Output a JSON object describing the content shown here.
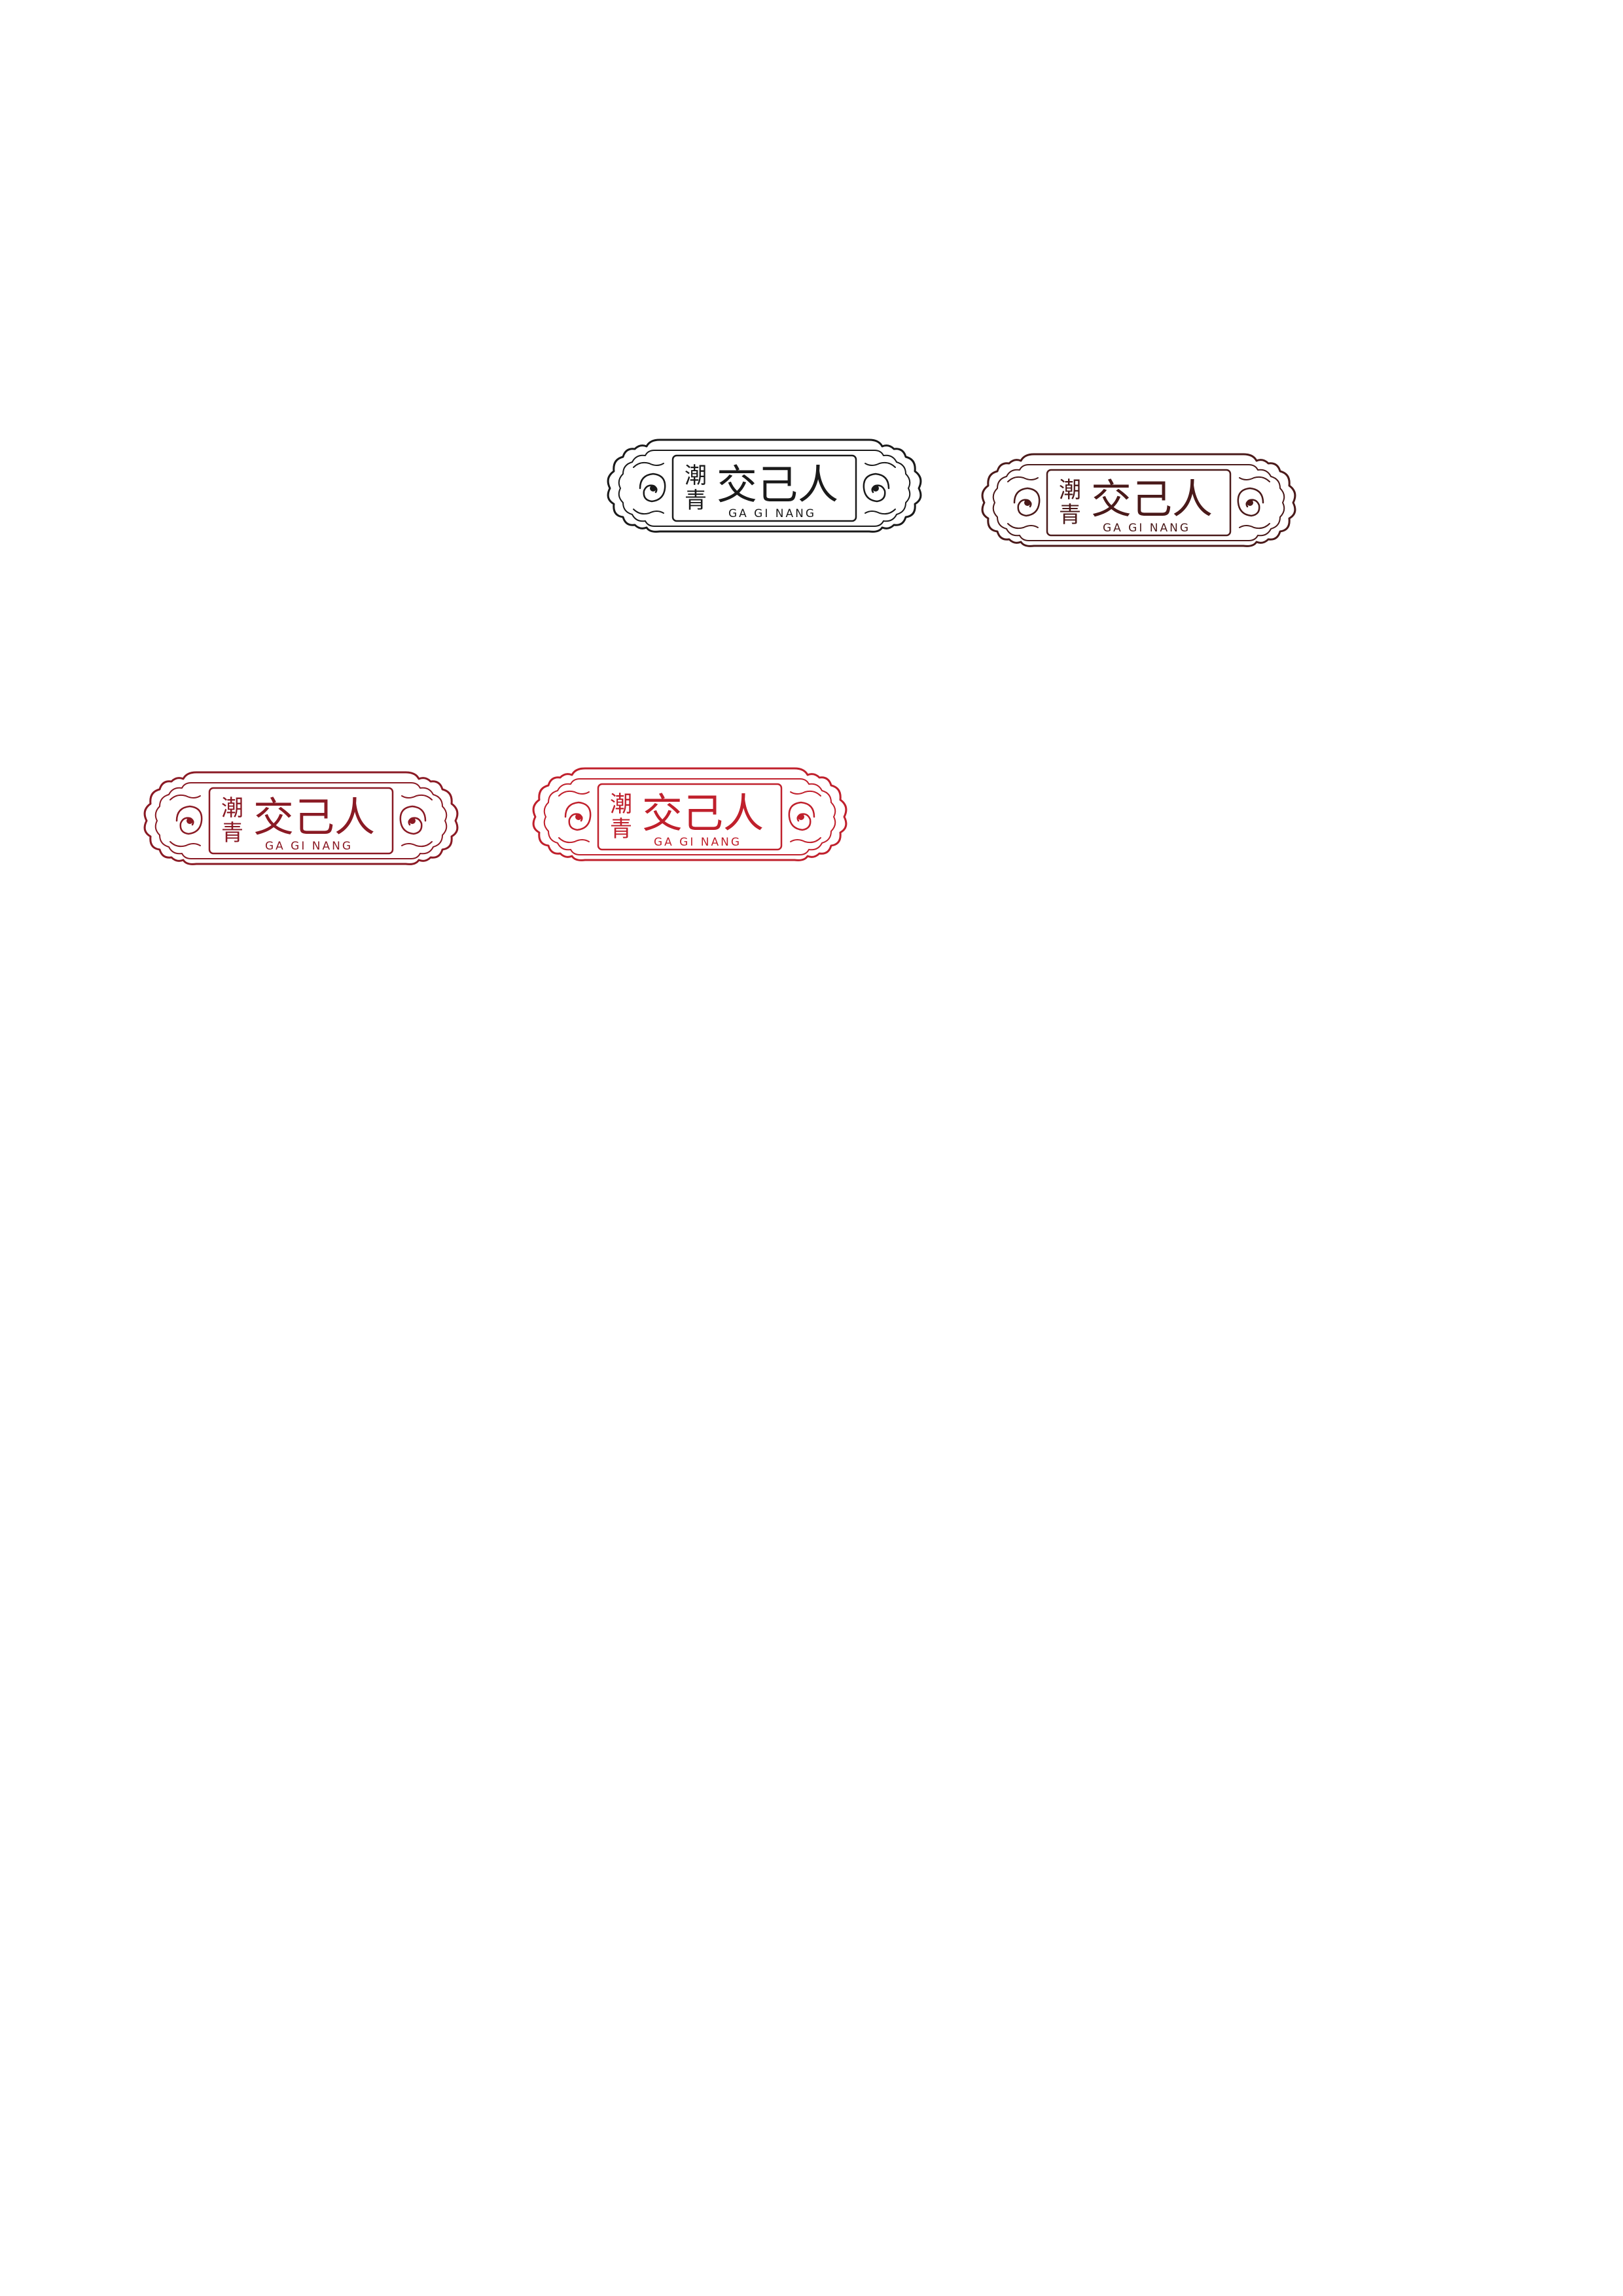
{
  "logos": [
    {
      "variant": "black",
      "color": "#1a1a1a",
      "cn_small_1": "潮",
      "cn_small_2": "青",
      "cn_main": "交己人",
      "en": "GA GI NANG"
    },
    {
      "variant": "dark-brown",
      "color": "#4a1a1a",
      "cn_small_1": "潮",
      "cn_small_2": "青",
      "cn_main": "交己人",
      "en": "GA GI NANG"
    },
    {
      "variant": "maroon",
      "color": "#8a1a24",
      "cn_small_1": "潮",
      "cn_small_2": "青",
      "cn_main": "交己人",
      "en": "GA GI NANG"
    },
    {
      "variant": "red",
      "color": "#c0202c",
      "cn_small_1": "潮",
      "cn_small_2": "青",
      "cn_main": "交己人",
      "en": "GA GI NANG"
    }
  ]
}
